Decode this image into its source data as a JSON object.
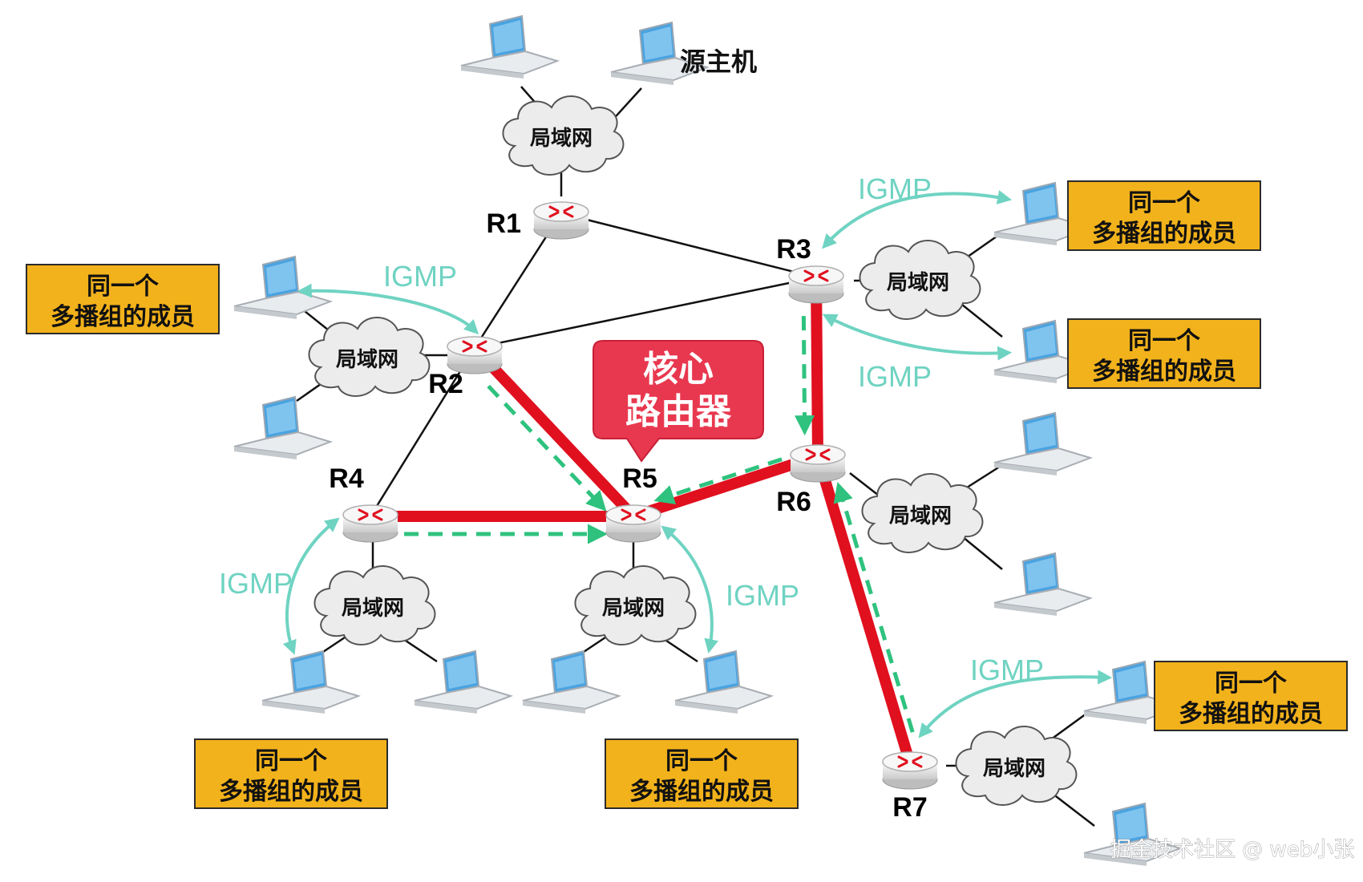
{
  "colors": {
    "multicast_tree": "#e0101f",
    "forward_path": "#2ec27e",
    "igmp": "#6fd3c2",
    "member_box": "#f2b21b",
    "core_callout": "#e8384f",
    "laptop_screen": "#4aa3e0"
  },
  "source_label": "源主机",
  "lan_label": "局域网",
  "igmp_label": "IGMP",
  "member_label": {
    "line1": "同一个",
    "line2": "多播组的成员"
  },
  "core_label": {
    "line1": "核心",
    "line2": "路由器"
  },
  "routers": [
    {
      "id": "R1",
      "label": "R1"
    },
    {
      "id": "R2",
      "label": "R2"
    },
    {
      "id": "R3",
      "label": "R3"
    },
    {
      "id": "R4",
      "label": "R4"
    },
    {
      "id": "R5",
      "label": "R5"
    },
    {
      "id": "R6",
      "label": "R6"
    },
    {
      "id": "R7",
      "label": "R7"
    }
  ],
  "links": [
    {
      "from": "R1",
      "to": "R2",
      "tree": false
    },
    {
      "from": "R1",
      "to": "R3",
      "tree": false
    },
    {
      "from": "R2",
      "to": "R3",
      "tree": false
    },
    {
      "from": "R2",
      "to": "R4",
      "tree": false
    },
    {
      "from": "R2",
      "to": "R5",
      "tree": true
    },
    {
      "from": "R4",
      "to": "R5",
      "tree": true
    },
    {
      "from": "R5",
      "to": "R6",
      "tree": true
    },
    {
      "from": "R3",
      "to": "R6",
      "tree": true
    },
    {
      "from": "R6",
      "to": "R7",
      "tree": true
    }
  ],
  "forward_paths": [
    {
      "from": "R2",
      "to": "R5"
    },
    {
      "from": "R4",
      "to": "R5"
    },
    {
      "from": "R6",
      "to": "R5"
    },
    {
      "from": "R3",
      "to": "R6"
    },
    {
      "from": "R7",
      "to": "R6"
    }
  ],
  "watermark": "掘金技术社区 @ web小张"
}
